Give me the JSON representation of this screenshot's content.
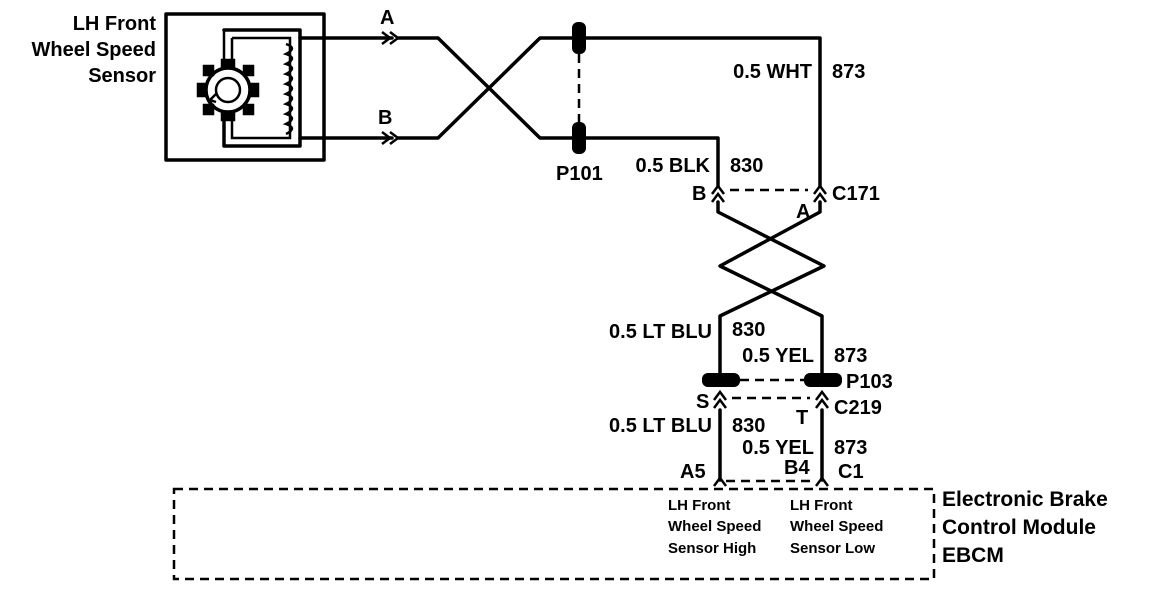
{
  "sensor": {
    "title_lines": [
      "LH Front",
      "Wheel Speed",
      "Sensor"
    ]
  },
  "sensor_leads": {
    "a": "A",
    "b": "B"
  },
  "splices": {
    "p101": "P101",
    "p103": "P103"
  },
  "connectors": {
    "c171": {
      "name": "C171",
      "pin_b": "B",
      "pin_a": "A"
    },
    "c219": {
      "name": "C219",
      "pin_s": "S",
      "pin_t": "T"
    },
    "c1": {
      "name": "C1",
      "pin_a5": "A5",
      "pin_b4": "B4"
    }
  },
  "circuits": {
    "upper_high": {
      "wire": "0.5 BLK",
      "number": "830"
    },
    "upper_low": {
      "wire": "0.5 WHT",
      "number": "873"
    },
    "mid_high": {
      "wire": "0.5 LT BLU",
      "number": "830"
    },
    "mid_low": {
      "wire": "0.5 YEL",
      "number": "873"
    },
    "low_high": {
      "wire": "0.5 LT BLU",
      "number": "830"
    },
    "low_low": {
      "wire": "0.5 YEL",
      "number": "873"
    }
  },
  "module": {
    "title_lines": [
      "Electronic Brake",
      "Control Module",
      "EBCM"
    ],
    "pin_high_lines": [
      "LH Front",
      "Wheel Speed",
      "Sensor High"
    ],
    "pin_low_lines": [
      "LH Front",
      "Wheel Speed",
      "Sensor Low"
    ]
  }
}
